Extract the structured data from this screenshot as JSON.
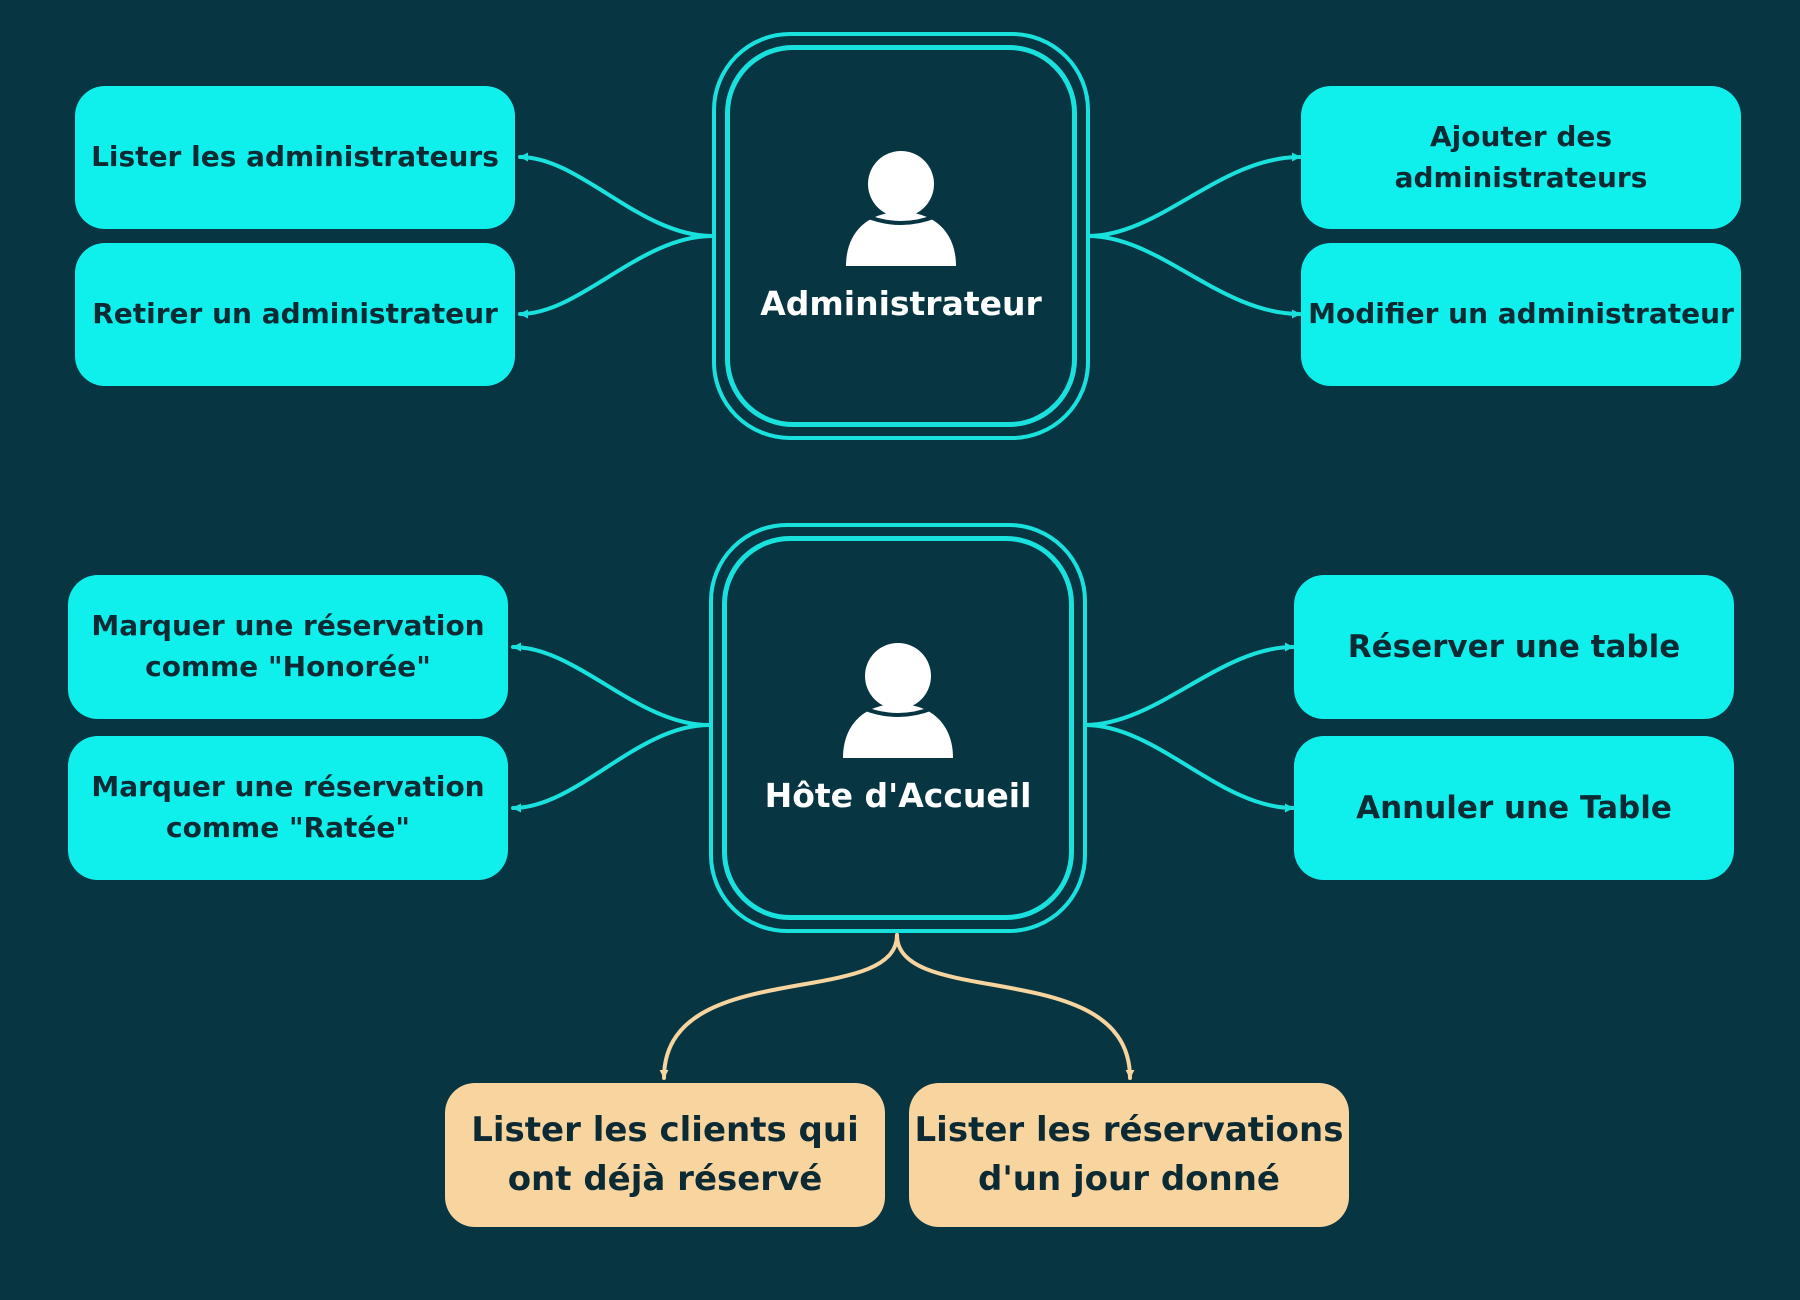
{
  "actors": [
    {
      "id": "admin",
      "label": "Administrateur",
      "icon": "user-icon"
    },
    {
      "id": "host",
      "label": "Hôte d'Accueil",
      "icon": "user-icon"
    }
  ],
  "admin_actions": {
    "list_admins": "Lister les administrateurs",
    "remove_admin": "Retirer un administrateur",
    "add_admins": "Ajouter des\nadministrateurs",
    "edit_admin": "Modifier un administrateur"
  },
  "host_actions": {
    "mark_honored": "Marquer une réservation\ncomme \"Honorée\"",
    "mark_missed": "Marquer une réservation\ncomme \"Ratée\"",
    "book_table": "Réserver une table",
    "cancel_table": "Annuler une Table",
    "list_clients": "Lister les clients qui\nont déjà réservé",
    "list_day_reservations": "Lister les réservations\nd'un jour donné"
  },
  "colors": {
    "background": "#073642",
    "action_box": "#0ff0ec",
    "secondary_box": "#f8d49f",
    "connector": "#19e2de",
    "secondary_connector": "#f8d49f",
    "box_text": "#0b2a33",
    "actor_text": "#ffffff"
  }
}
